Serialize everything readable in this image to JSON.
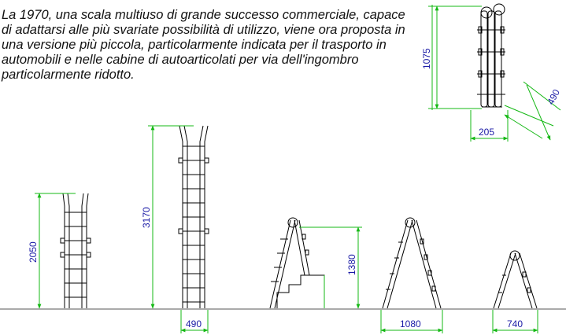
{
  "description": "La 1970,  una scala multiuso di grande successo commerciale, capace di adattarsi alle più svariate possibilità di utilizzo, viene ora proposta in una versione più piccola, particolarmente indicata per il trasporto in automobili e nelle cabine di autoarticolati per via dell'ingombro particolarmente ridotto.",
  "dimensions": {
    "folded_height": "1075",
    "folded_width": "205",
    "folded_depth": "490",
    "ladder_short_height": "2050",
    "ladder_extended_height": "3170",
    "ladder_width": "490",
    "step_height": "1380",
    "a_frame_width": "1080",
    "a_frame_small_width": "740"
  },
  "colors": {
    "dimension_line": "#14b814",
    "dimension_text": "#1a1aa6",
    "drawing": "#000000"
  }
}
